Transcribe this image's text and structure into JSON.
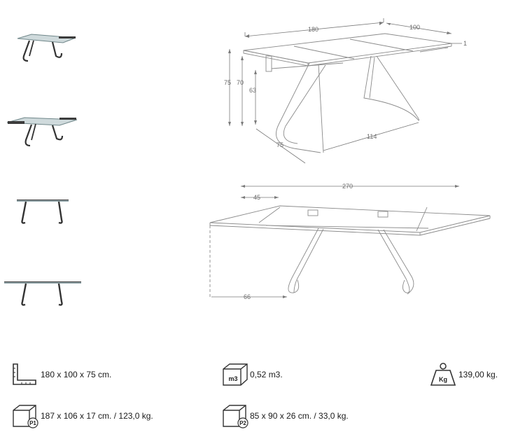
{
  "dimensions": {
    "top_view": {
      "length": "180",
      "depth": "100",
      "top_thickness": "1",
      "height_total": "75",
      "height_under_frame": "70",
      "height_under_apron": "63",
      "leg_depth": "75",
      "leg_span": "114"
    },
    "extended_view": {
      "length_extended": "270",
      "extension_width": "45",
      "leg_offset": "66"
    }
  },
  "specs": {
    "product_size": "180 x 100 x 75 cm.",
    "volume_icon_label": "m3",
    "volume": "0,52 m3.",
    "weight_icon_label": "Kg",
    "weight": "139,00 kg.",
    "package1_icon_label": "P1",
    "package1": "187 x 106 x 17 cm. / 123,0 kg.",
    "package2_icon_label": "P2",
    "package2": "85 x 90 x 26 cm. / 33,0 kg."
  },
  "colors": {
    "line": "#8a8a8a",
    "leg": "#3a3a3a",
    "glass": "#9fb5ba",
    "text": "#1a1a1a"
  },
  "thumbnails": [
    "table-extended-perspective-icon",
    "table-fully-extended-perspective-icon",
    "table-front-closed-icon",
    "table-front-extended-icon"
  ]
}
